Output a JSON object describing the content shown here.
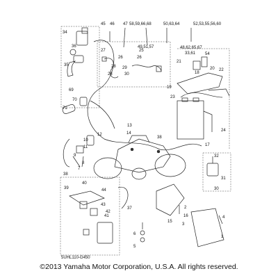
{
  "diagram_code": "5UHL110-G450",
  "copyright": "©2013 Yamaha Motor Corporation, U.S.A. All rights reserved.",
  "callouts": [
    {
      "text": "34"
    },
    {
      "text": "36"
    },
    {
      "text": "35"
    },
    {
      "text": "45"
    },
    {
      "text": "46"
    },
    {
      "text": "47"
    },
    {
      "text": "58,59,66,68"
    },
    {
      "text": "50,63,64"
    },
    {
      "text": "52,53,55,56,60"
    },
    {
      "text": "49,51,57"
    },
    {
      "text": "48,62,65,67"
    },
    {
      "text": "33,61"
    },
    {
      "text": "54"
    },
    {
      "text": "27"
    },
    {
      "text": "26"
    },
    {
      "text": "28"
    },
    {
      "text": "28"
    },
    {
      "text": "25"
    },
    {
      "text": "26"
    },
    {
      "text": "29"
    },
    {
      "text": "30"
    },
    {
      "text": "21"
    },
    {
      "text": "18"
    },
    {
      "text": "22"
    },
    {
      "text": "20"
    },
    {
      "text": "19"
    },
    {
      "text": "23"
    },
    {
      "text": "24"
    },
    {
      "text": "17"
    },
    {
      "text": "69"
    },
    {
      "text": "70"
    },
    {
      "text": "71"
    },
    {
      "text": "13"
    },
    {
      "text": "14"
    },
    {
      "text": "38"
    },
    {
      "text": "12"
    },
    {
      "text": "10"
    },
    {
      "text": "11"
    },
    {
      "text": "9"
    },
    {
      "text": "8"
    },
    {
      "text": "7"
    },
    {
      "text": "39"
    },
    {
      "text": "38"
    },
    {
      "text": "40"
    },
    {
      "text": "44"
    },
    {
      "text": "43"
    },
    {
      "text": "42"
    },
    {
      "text": "41"
    },
    {
      "text": "37"
    },
    {
      "text": "32"
    },
    {
      "text": "31"
    },
    {
      "text": "30"
    },
    {
      "text": "6"
    },
    {
      "text": "5"
    },
    {
      "text": "3"
    },
    {
      "text": "2"
    },
    {
      "text": "1"
    },
    {
      "text": "4"
    },
    {
      "text": "15"
    },
    {
      "text": "16"
    }
  ]
}
